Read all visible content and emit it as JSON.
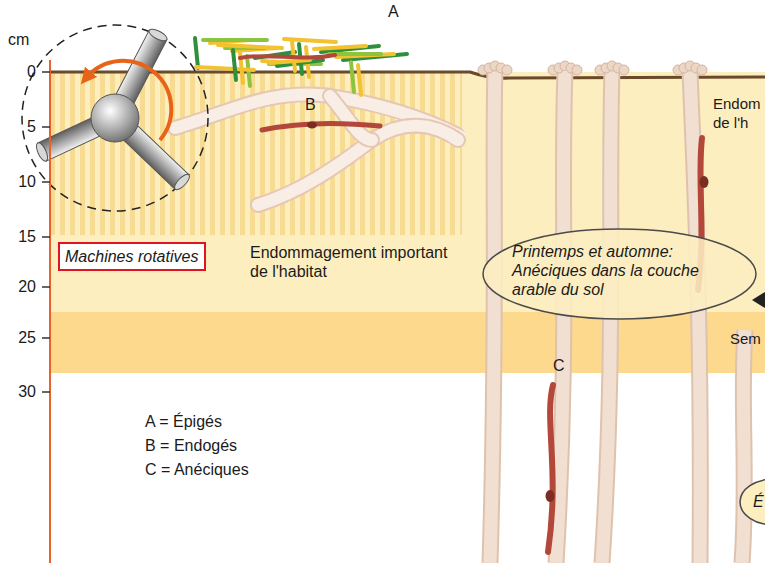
{
  "diagram": {
    "nodes": [
      {
        "text": [
          "Machines rotatives"
        ]
      },
      {
        "text": [
          "Printemps et automne: Anéciques dans la couche arable du sol"
        ]
      },
      {
        "text": [
          "É"
        ]
      }
    ],
    "labels": [
      "cm",
      "0",
      "5",
      "10",
      "15",
      "20",
      "25",
      "30",
      "A",
      "B",
      "C",
      "Endommagement important de l'habitat",
      "Endom de l'h",
      "Sem",
      "A = Épigés",
      "B = Endogés",
      "C = Anéciques"
    ]
  }
}
